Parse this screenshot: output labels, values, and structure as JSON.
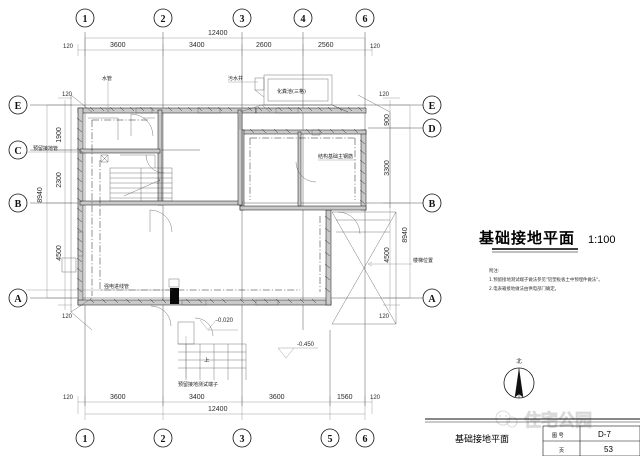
{
  "sheet": {
    "title": "基础接地平面",
    "scale": "1:100",
    "north_label": "北"
  },
  "notes": {
    "heading": "附注:",
    "items": [
      "1.预留接地测试端子做法参见\"铝塑板板土中预埋件做法\"。",
      "2.电表箱接地做法由供电部门确定。"
    ]
  },
  "title_block": {
    "title": "基础接地平面",
    "drawing_no_label": "图 号",
    "drawing_no": "D-7",
    "page_label": "页",
    "page": "53"
  },
  "watermark": {
    "text": "住宅公园"
  },
  "grid": {
    "top_labels": [
      "1",
      "2",
      "3",
      "4",
      "6"
    ],
    "bottom_labels": [
      "1",
      "2",
      "3",
      "5",
      "6"
    ],
    "left_labels": [
      "E",
      "C",
      "B",
      "A"
    ],
    "right_labels": [
      "E",
      "D",
      "B",
      "A"
    ]
  },
  "dimensions": {
    "top_chain": [
      "120",
      "3600",
      "3400",
      "2600",
      "2560",
      "120"
    ],
    "top_total": "12400",
    "bottom_chain": [
      "120",
      "3600",
      "3400",
      "3600",
      "1560",
      "120"
    ],
    "bottom_total": "12400",
    "left_chain": [
      "120",
      "1900",
      "2300",
      "4500",
      "120"
    ],
    "left_total": "8940",
    "right_chain": [
      "120",
      "900",
      "3300",
      "4500",
      "120"
    ],
    "right_total": "8940"
  },
  "annotations": {
    "water_pipe": "水管",
    "sewage_well": "污水井",
    "septic_tank": "化粪池(三格)",
    "foundation_rebar": "结构基础主钢筋",
    "ground_test_pipe_c": "预留接地管",
    "ground_test_pipe_a": "强电进线管",
    "stair_position": "楼梯位置",
    "ground_terminal": "预留接地测试端子",
    "up_arrow": "上",
    "elev_1": "-0.020",
    "elev_2": "-0.450"
  }
}
